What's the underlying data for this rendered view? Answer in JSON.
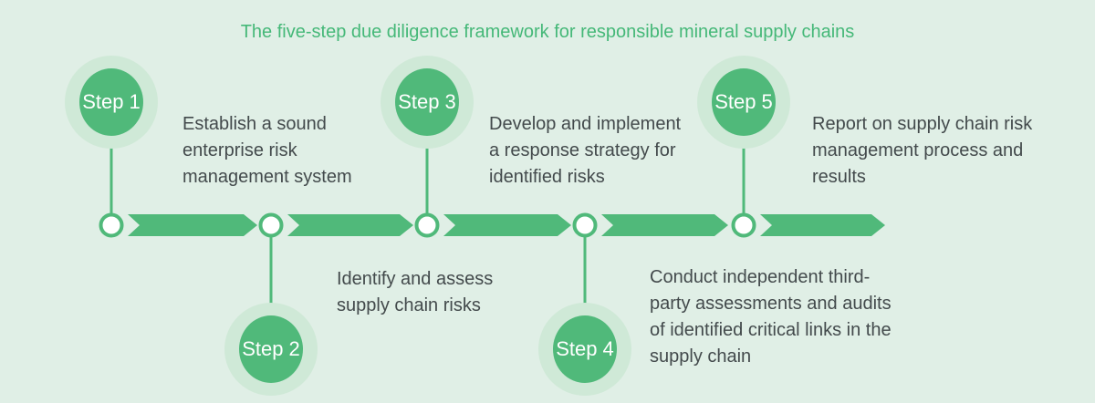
{
  "title": {
    "text": "The five-step due diligence framework for responsible mineral supply chains"
  },
  "colors": {
    "background": "#e0efe6",
    "accent_green": "#50b97a",
    "title_green": "#45b878",
    "halo_green": "#cfe9d7",
    "body_text": "#434a4c",
    "node_fill": "#ffffff",
    "badge_text": "#ffffff"
  },
  "steps": [
    {
      "label": "Step 1",
      "position": "top",
      "description": "Establish a sound enterprise risk management system",
      "lines": [
        "Establish a sound",
        "enterprise risk",
        "management system"
      ]
    },
    {
      "label": "Step 2",
      "position": "bottom",
      "description": "Identify and assess supply chain risks",
      "lines": [
        "Identify and assess",
        "supply chain risks"
      ]
    },
    {
      "label": "Step 3",
      "position": "top",
      "description": "Develop and implement a response strategy for identified risks",
      "lines": [
        "Develop and implement",
        "a response strategy for",
        "identified risks"
      ]
    },
    {
      "label": "Step 4",
      "position": "bottom",
      "description": "Conduct independent third-party assessments and audits of identified critical links in the supply chain",
      "lines": [
        "Conduct independent third-",
        "party assessments and audits",
        "of identified critical links in the",
        "supply chain"
      ]
    },
    {
      "label": "Step 5",
      "position": "top",
      "description": "Report on supply chain risk management process and results",
      "lines": [
        "Report on supply chain risk",
        "management process and",
        "results"
      ]
    }
  ]
}
